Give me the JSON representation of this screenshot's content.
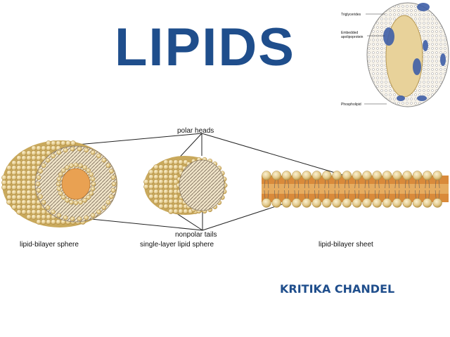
{
  "slide": {
    "title": "LIPIDS",
    "author": "KRITIKA CHANDEL"
  },
  "inset": {
    "labels": {
      "triglycerides": "Triglycerides",
      "embedded_line1": "Embedded",
      "embedded_line2": "apolipoprotein",
      "phospholipid": "Phospholipid"
    }
  },
  "diagram": {
    "labels": {
      "polar_heads": "polar heads",
      "nonpolar_tails": "nonpolar tails",
      "bilayer_sphere": "lipid-bilayer sphere",
      "single_layer_sphere": "single-layer lipid sphere",
      "bilayer_sheet": "lipid-bilayer sheet"
    }
  },
  "colors": {
    "title": "#1f4e8c",
    "head": "#e2c98a",
    "head_outline": "#b08b3e",
    "tail_band": "#d98a3a",
    "tail_line": "#7a6a58",
    "apolipoprotein": "#3f5fa8"
  }
}
